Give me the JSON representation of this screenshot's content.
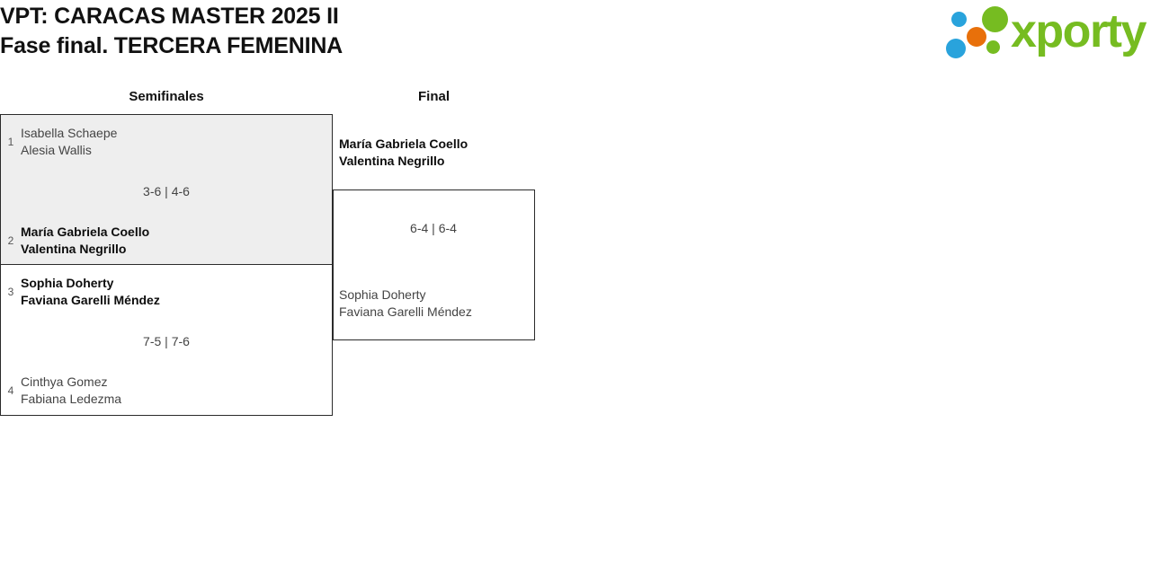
{
  "header": {
    "title_line_1": "VPT: CARACAS MASTER 2025 II",
    "title_line_2": "Fase final. TERCERA FEMENINA",
    "logo_text": "xporty",
    "logo_colors": {
      "green": "#76bc21",
      "blue": "#29a3dc",
      "orange": "#e8700a"
    }
  },
  "bracket": {
    "accent_border": "#2b2b2b",
    "highlight_background": "#eeeeee",
    "rounds": [
      {
        "label": "Semifinales"
      },
      {
        "label": "Final"
      }
    ],
    "semifinals": [
      {
        "highlighted": true,
        "score": "3-6 | 4-6",
        "top": {
          "seed": "1",
          "player_1": "Isabella Schaepe",
          "player_2": "Alesia Wallis",
          "result": "loser"
        },
        "bottom": {
          "seed": "2",
          "player_1": "María Gabriela Coello",
          "player_2": "Valentina Negrillo",
          "result": "winner"
        }
      },
      {
        "highlighted": false,
        "score": "7-5 | 7-6",
        "top": {
          "seed": "3",
          "player_1": "Sophia Doherty",
          "player_2": "Faviana Garelli Méndez",
          "result": "winner"
        },
        "bottom": {
          "seed": "4",
          "player_1": "Cinthya Gomez",
          "player_2": "Fabiana Ledezma",
          "result": "loser"
        }
      }
    ],
    "final": {
      "score": "6-4 | 6-4",
      "top": {
        "player_1": "María Gabriela Coello",
        "player_2": "Valentina Negrillo",
        "result": "winner"
      },
      "bottom": {
        "player_1": "Sophia Doherty",
        "player_2": "Faviana Garelli Méndez",
        "result": "loser"
      }
    }
  }
}
